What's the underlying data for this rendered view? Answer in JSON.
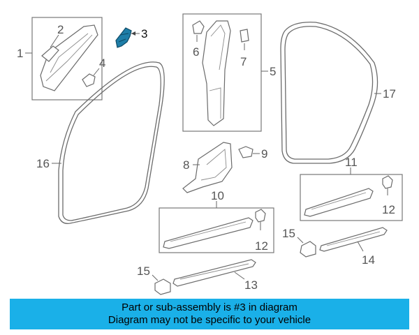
{
  "callouts": {
    "c1": "1",
    "c2": "2",
    "c3": "3",
    "c4": "4",
    "c5": "5",
    "c6": "6",
    "c7": "7",
    "c8": "8",
    "c9": "9",
    "c10": "10",
    "c11": "11",
    "c12a": "12",
    "c12b": "12",
    "c13": "13",
    "c14": "14",
    "c15a": "15",
    "c15b": "15",
    "c16": "16",
    "c17": "17"
  },
  "highlight_color": "#1e7ea8",
  "banner": {
    "background": "#1ab0e8",
    "line1": "Part or sub-assembly is #3 in diagram",
    "line2": "Diagram may not be specific to your vehicle"
  }
}
